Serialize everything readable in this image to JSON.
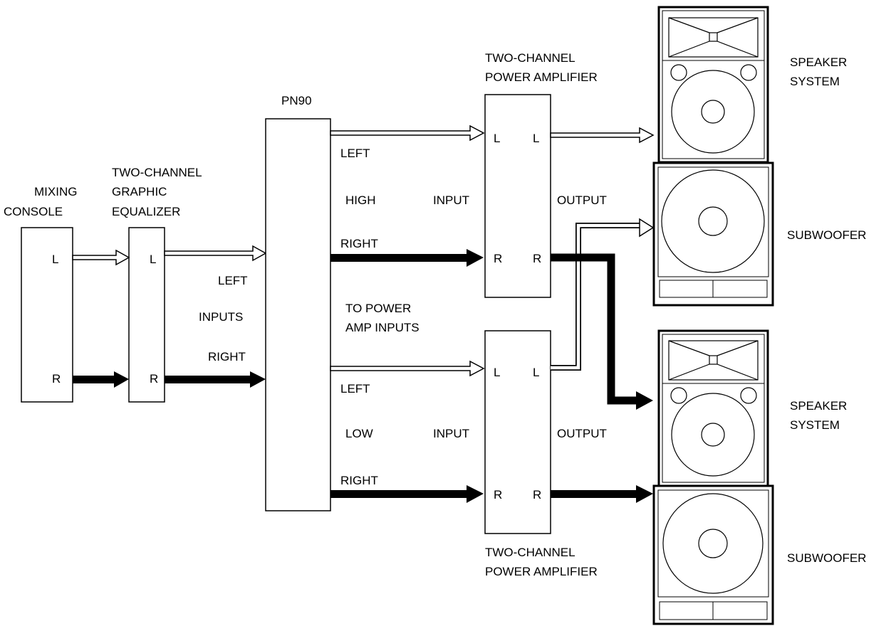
{
  "mixing_console": {
    "title_line1": "MIXING",
    "title_line2": "CONSOLE",
    "port_left": "L",
    "port_right": "R"
  },
  "equalizer": {
    "title_line1": "TWO-CHANNEL",
    "title_line2": "GRAPHIC",
    "title_line3": "EQUALIZER",
    "port_left": "L",
    "port_right": "R"
  },
  "eq_to_pn90": {
    "left_label": "LEFT",
    "inputs_label": "INPUTS",
    "right_label": "RIGHT"
  },
  "pn90": {
    "title": "PN90",
    "high_left": "LEFT",
    "high_label": "HIGH",
    "high_right": "RIGHT",
    "to_amp_line1": "TO POWER",
    "to_amp_line2": "AMP INPUTS",
    "low_left": "LEFT",
    "low_label": "LOW",
    "low_right": "RIGHT"
  },
  "amp_top": {
    "title_line1": "TWO-CHANNEL",
    "title_line2": "POWER AMPLIFIER",
    "input_label": "INPUT",
    "output_label": "OUTPUT",
    "in_left": "L",
    "out_left": "L",
    "in_right": "R",
    "out_right": "R"
  },
  "amp_bottom": {
    "title_line1": "TWO-CHANNEL",
    "title_line2": "POWER AMPLIFIER",
    "input_label": "INPUT",
    "output_label": "OUTPUT",
    "in_left": "L",
    "out_left": "L",
    "in_right": "R",
    "out_right": "R"
  },
  "speakers": {
    "top_speaker_line1": "SPEAKER",
    "top_speaker_line2": "SYSTEM",
    "top_sub": "SUBWOOFER",
    "bottom_speaker_line1": "SPEAKER",
    "bottom_speaker_line2": "SYSTEM",
    "bottom_sub": "SUBWOOFER"
  },
  "colors": {
    "line": "#000000",
    "background": "#ffffff"
  }
}
